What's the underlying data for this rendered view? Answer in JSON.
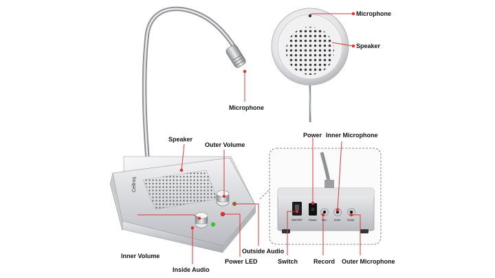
{
  "labels": {
    "microphone_top": "Microphone",
    "speaker_top": "Speaker",
    "microphone_gooseneck": "Microphone",
    "speaker_main": "Speaker",
    "outer_volume": "Outer Volume",
    "power": "Power",
    "inner_microphone": "Inner Microphone",
    "inner_volume": "Inner Volume",
    "inside_audio": "Inside Audio",
    "power_led": "Power LED",
    "outside_audio": "Outside Audio",
    "switch": "Switch",
    "record": "Record",
    "outer_microphone": "Outer Microphone"
  },
  "panel": {
    "on_off": "ON/OFF",
    "power": "Power",
    "rec": "Rec",
    "inner": "Inner",
    "outer": "Outer"
  },
  "brand": "Cellroq",
  "colors": {
    "callout": "#d8373a",
    "led_red": "#e0201c",
    "led_green": "#39c23a",
    "metal": "#d9d9dc"
  }
}
